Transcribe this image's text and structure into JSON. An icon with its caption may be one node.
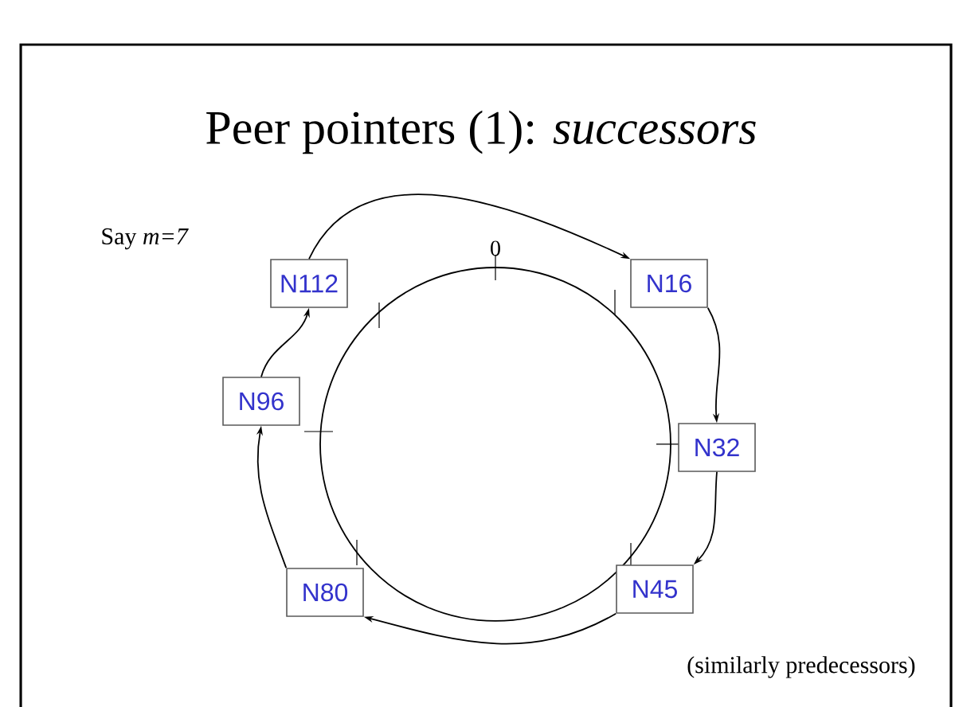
{
  "diagram": {
    "title": "Peer pointers (1): *successors*",
    "nodes": [
      {
        "text": [
          "N112"
        ]
      },
      {
        "text": [
          "N16"
        ]
      },
      {
        "text": [
          "N32"
        ]
      },
      {
        "text": [
          "N45"
        ]
      },
      {
        "text": [
          "N80"
        ]
      },
      {
        "text": [
          "N96"
        ]
      }
    ],
    "edges": [
      {
        "from": 0,
        "to": 1,
        "arrow": "to"
      },
      {
        "from": 1,
        "to": 2,
        "arrow": "to"
      },
      {
        "from": 2,
        "to": 3,
        "arrow": "to"
      },
      {
        "from": 3,
        "to": 4,
        "arrow": "to"
      },
      {
        "from": 4,
        "to": 5,
        "arrow": "to"
      },
      {
        "from": 5,
        "to": 0,
        "arrow": "to"
      }
    ],
    "labels": [
      "Say *m=7*",
      "0",
      "(similarly predecessors)"
    ]
  }
}
